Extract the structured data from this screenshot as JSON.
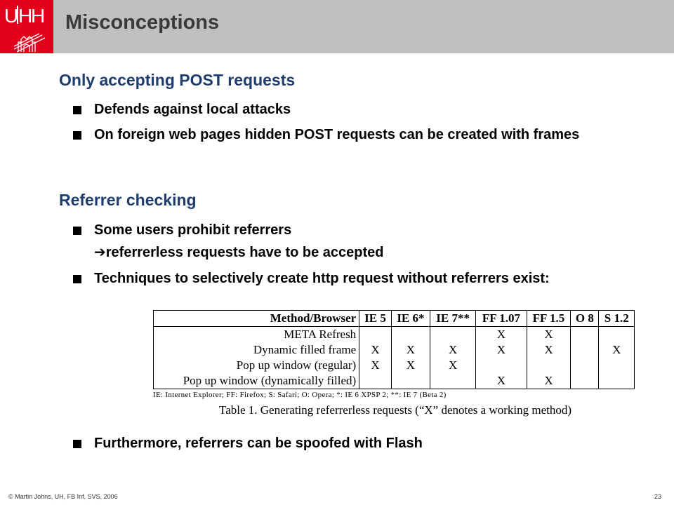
{
  "header": {
    "logo_text": "UHH",
    "title": "Misconceptions"
  },
  "sections": [
    {
      "heading": "Only accepting POST requests",
      "bullets": [
        "Defends against local attacks",
        "On foreign web pages hidden POST requests can be created with frames"
      ]
    },
    {
      "heading": "Referrer checking",
      "bullets": [
        "Some users prohibit referrers",
        "referrerless requests have to be accepted",
        "Techniques to selectively create http request without referrers exist:",
        "Furthermore, referrers can be spoofed with Flash"
      ]
    }
  ],
  "table": {
    "headers": [
      "Method/Browser",
      "IE 5",
      "IE 6*",
      "IE 7**",
      "FF 1.07",
      "FF 1.5",
      "O 8",
      "S 1.2"
    ],
    "rows": [
      [
        "META Refresh",
        "",
        "",
        "",
        "X",
        "X",
        "",
        ""
      ],
      [
        "Dynamic filled frame",
        "X",
        "X",
        "X",
        "X",
        "X",
        "",
        "X"
      ],
      [
        "Pop up window (regular)",
        "X",
        "X",
        "X",
        "",
        "",
        "",
        ""
      ],
      [
        "Pop up window (dynamically filled)",
        "",
        "",
        "",
        "X",
        "X",
        "",
        ""
      ]
    ],
    "note": "IE: Internet Explorer; FF: Firefox; S: Safari; O: Opera; *: IE 6 XPSP 2; **: IE 7 (Beta 2)",
    "caption": "Table 1. Generating referrerless requests (“X” denotes a working method)"
  },
  "footer": {
    "text": "© Martin Johns, UH, FB Inf, SVS, 2006",
    "page": "23"
  }
}
